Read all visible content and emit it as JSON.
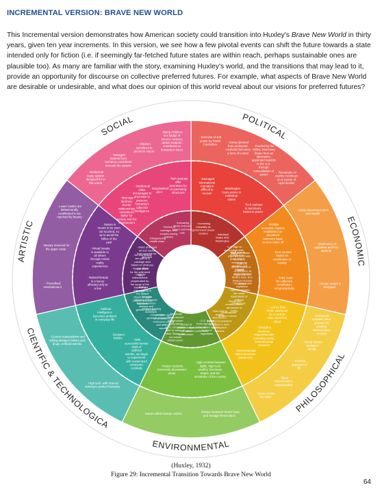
{
  "heading": "INCREMENTAL VERSION: BRAVE NEW WORLD",
  "intro": {
    "part1": "This Incremental version demonstrates how American society could transition into Huxley's ",
    "italic1": "Brave New World",
    "part2": " in thirty years, given ten year increments. In this version, we see how a few pivotal events can shift the future towards a state intended only for fiction (i.e. if seemingly far-fetched future states are within reach, perhaps sustainable ones are plausible too). As many are familiar with the story, examining Huxley's world, and the transitions that may lead to it, provide an opportunity for discourse on collective preferred futures. For example, what aspects of Brave New World are desirable or undesirable, and what does our opinion of this world reveal about our visions for preferred futures?"
  },
  "colors": {
    "social": "#e8467a",
    "political": "#e8423b",
    "economic": "#f28a1e",
    "philosophical": "#f2c21b",
    "environmental": "#7cc041",
    "scientific": "#35b0a0",
    "artistic": "#7a3a8e"
  },
  "sectors": [
    {
      "key": "social",
      "label": "SOCIAL",
      "outer": [
        "· Intellectual caste system designed for in the womb",
        "· 'Savages' (natural born humans) considered beneath the system",
        "· Children socialized to preserve nature",
        "· Being childless is a badge of honour: reduces carbon footprint, contributes to humanity's future"
      ],
      "middle": [
        "· Marriage declines: shorter relationships considered better for society and the environment",
        "· Intellectual elites encouraged to procreate to preserve humanity's collective intelligence",
        "· Marginalized poor",
        "· Tech startups offer incentives for co-parenting structures"
      ],
      "inner": [
        "· Disappearing middle class",
        "· Decline of marriage, less couples having children",
        "· Increasing divide between 'have's and have nots"
      ]
    },
    {
      "key": "political",
      "label": "POLITICAL",
      "outer": [
        "· Exercise of soft power by World Controllers",
        "· Soma (derived from embryonic cocktails) becomes a form of control",
        "· Funded by the Valley, Sanctuary States form an alternative, appointed republic to the U.S. through consolidation of power",
        "· Remainder of country continues on a course of rapid decline"
      ],
      "middle": [
        "· Damaged international reputation difficult to recover",
        "· Washington loses power to individual states",
        "· Tech startups in Sanctuary States in power"
      ],
      "inner": [
        "· Increasing instability as government closes borders",
        "· Individual States defy Washington"
      ]
    },
    {
      "key": "economic",
      "label": "ECONOMIC",
      "outer": [
        "· Caste determines work and wealth",
        "· Elimination of capitalism and free markets",
        "· Human nature is designed"
      ],
      "middle": [
        "· Multiple economic classes established as privatized minimum basic income takes off",
        "· Tiers created based on contribution to society",
        "· 'Jobs' exist for collective contribution, not productivity"
      ],
      "inner": [
        "· U.S. lags on world stage after China",
        "· More trust in Google than government",
        "· Tech companies pay minimum basic income in exchange for attention and support",
        "· Desire to rebuild wealth of nation",
        "· Automation, AI trigger job loss",
        "· Following Elon Musk's lead, tech startups become defiant",
        "· Discontent with capitalism"
      ]
    },
    {
      "key": "philosophical",
      "label": "PHILOSOPHICAL",
      "outer": [
        "· Embryonic cocktails show promise for creating altered states of mind",
        "· Human driven intelligent design",
        "· Fordism approach to life",
        "· Sleep indoctrination (Hypnopedia)",
        "· Soma numbs the mind"
      ],
      "middle": [
        "· Led by Elon Musk, sanctions on AI and its uses come into effect",
        "· Discipline becomes imperative with mounting social, environmental concerns",
        "· Environmental ethics becomes paramount"
      ],
      "inner": [
        "· Open AI debates the moral implications of artificial intelligence",
        "· Media and curation distort perception of reality",
        "· Generational divide in values",
        "· Role of AI in society determined; policies/mechanisms to ensure it does not displace humans"
      ]
    },
    {
      "key": "environmental",
      "label": "ENVIRONMENTAL",
      "outer": [
        "· Division between World State and Savage Reservation",
        "· Nature within human control"
      ],
      "middle": [
        "· High contrast between idyllic, high-tech wealthy Sanctuary States, and the remainder of the country",
        "· Nature reclaims previously devastated areas"
      ],
      "inner": [
        "· U.S. leaves Paris Agreement; some States agree to sign it regardless",
        "· Environmental decline continues",
        "· Series of disasters wipe out mass infrastructure",
        "· Sanctuary States recover infrastructure using latest tech; companies offer to clean up other States, but not rebuild infrastructure"
      ]
    },
    {
      "key": "scientific",
      "label": "SCIENTIFIC & TECHNOLOGICAL",
      "outer": [
        "· High tech, with science striving to perfect humanity",
        "· Genetic manipulation and editing designer babies and drugs, artificial wombs"
      ],
      "middle": [
        "· With successful human trials of artificial wombs, we begin to experiment with customized embryonic cocktails",
        "· Designer babies",
        "· Artificial intelligence becomes ambient in everyday life"
      ],
      "inner": [
        "· AI fuels rapid advancements in embryonic editing and artificial wombs",
        "· Crispr edits genes in embryo",
        "· Biotech funding increases",
        "· Biotechs develop embryonic fluid to minimize disease and genetic disorders",
        "· Artificial insemination is the default choice of upper classes and tech founders"
      ]
    },
    {
      "key": "artistic",
      "label": "ARTISTIC",
      "outer": [
        "· Prescribed entertainment",
        "· Beauty reserved for the upper caste",
        "· Lower castes are behaviourally conditioned to be repulsed by beauty"
      ],
      "middle": [
        "· Natural beauty is a luxury afforded only to a few",
        "· Virtual beauty is available to all others through mixed reality experiences",
        "· Nature is meant to be seen not touched, so as to avoid the follies of the past"
      ],
      "inner": [
        "· Lifestyle subscriptions perpetuated by the surge of the Internet of Things",
        "· People strive for the optimized life",
        "· Art and beauty are part of a package deal based on what you can afford",
        "· Mass produced art and media that compete for attention"
      ]
    }
  ],
  "citation": "(Huxley, 1932)",
  "caption": "Figure 29: Incremental Transition Towards Brave New World",
  "page_number": "64"
}
